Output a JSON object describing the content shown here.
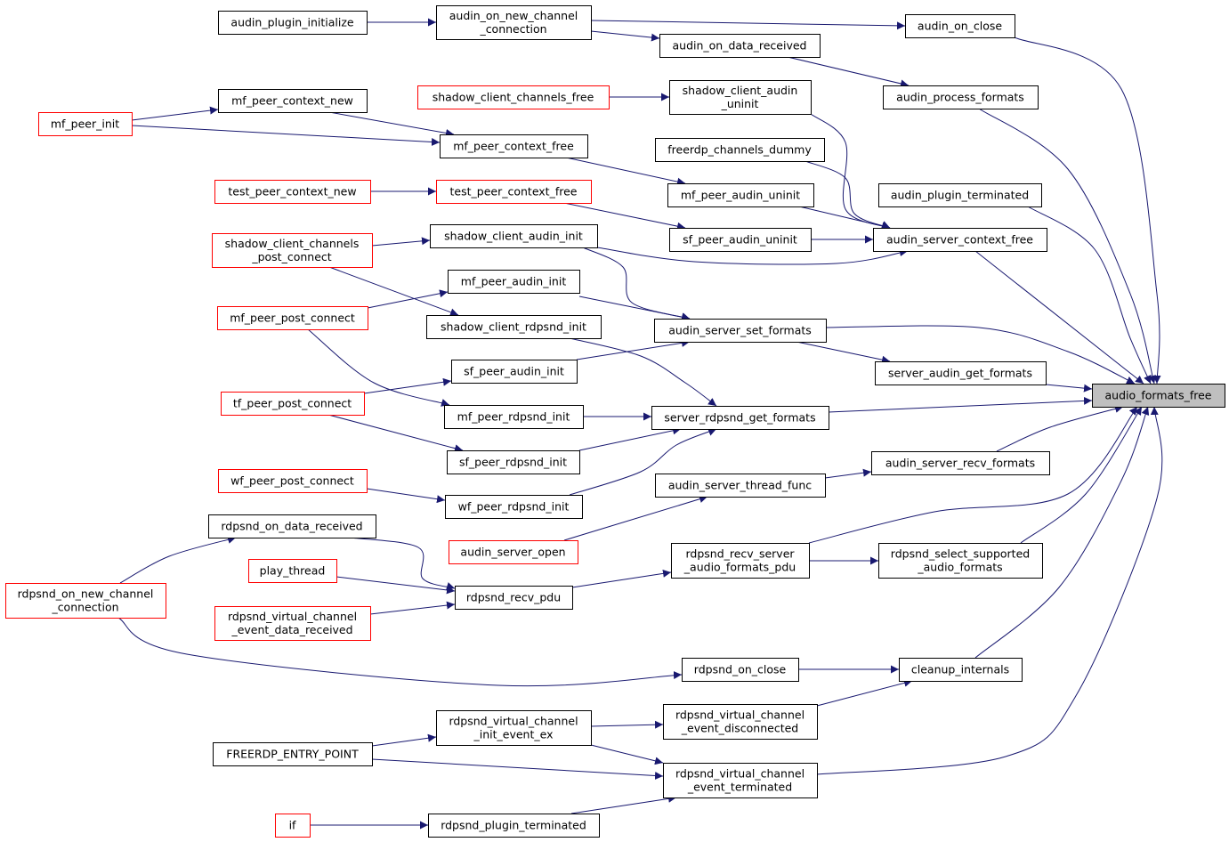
{
  "nodes": {
    "audin_plugin_initialize": {
      "lines": [
        "audin_plugin_initialize"
      ]
    },
    "audin_on_new_channel_connection": {
      "lines": [
        "audin_on_new_channel",
        "_connection"
      ]
    },
    "audin_on_close": {
      "lines": [
        "audin_on_close"
      ]
    },
    "audin_on_data_received": {
      "lines": [
        "audin_on_data_received"
      ]
    },
    "shadow_client_channels_free": {
      "lines": [
        "shadow_client_channels_free"
      ],
      "red": true
    },
    "shadow_client_audin_uninit": {
      "lines": [
        "shadow_client_audin",
        "_uninit"
      ]
    },
    "audin_process_formats": {
      "lines": [
        "audin_process_formats"
      ]
    },
    "mf_peer_context_new": {
      "lines": [
        "mf_peer_context_new"
      ]
    },
    "mf_peer_init": {
      "lines": [
        "mf_peer_init"
      ],
      "red": true
    },
    "mf_peer_context_free": {
      "lines": [
        "mf_peer_context_free"
      ]
    },
    "freerdp_channels_dummy": {
      "lines": [
        "freerdp_channels_dummy"
      ]
    },
    "test_peer_context_new": {
      "lines": [
        "test_peer_context_new"
      ],
      "red": true
    },
    "test_peer_context_free": {
      "lines": [
        "test_peer_context_free"
      ],
      "red": true
    },
    "mf_peer_audin_uninit": {
      "lines": [
        "mf_peer_audin_uninit"
      ]
    },
    "audin_plugin_terminated": {
      "lines": [
        "audin_plugin_terminated"
      ]
    },
    "shadow_client_channels_post_connect": {
      "lines": [
        "shadow_client_channels",
        "_post_connect"
      ],
      "red": true
    },
    "shadow_client_audin_init": {
      "lines": [
        "shadow_client_audin_init"
      ]
    },
    "sf_peer_audin_uninit": {
      "lines": [
        "sf_peer_audin_uninit"
      ]
    },
    "audin_server_context_free": {
      "lines": [
        "audin_server_context_free"
      ]
    },
    "mf_peer_audin_init": {
      "lines": [
        "mf_peer_audin_init"
      ]
    },
    "mf_peer_post_connect": {
      "lines": [
        "mf_peer_post_connect"
      ],
      "red": true
    },
    "shadow_client_rdpsnd_init": {
      "lines": [
        "shadow_client_rdpsnd_init"
      ]
    },
    "audin_server_set_formats": {
      "lines": [
        "audin_server_set_formats"
      ]
    },
    "sf_peer_audin_init": {
      "lines": [
        "sf_peer_audin_init"
      ]
    },
    "server_audin_get_formats": {
      "lines": [
        "server_audin_get_formats"
      ]
    },
    "audio_formats_free": {
      "lines": [
        "audio_formats_free"
      ],
      "root": true
    },
    "tf_peer_post_connect": {
      "lines": [
        "tf_peer_post_connect"
      ],
      "red": true
    },
    "mf_peer_rdpsnd_init": {
      "lines": [
        "mf_peer_rdpsnd_init"
      ]
    },
    "server_rdpsnd_get_formats": {
      "lines": [
        "server_rdpsnd_get_formats"
      ]
    },
    "sf_peer_rdpsnd_init": {
      "lines": [
        "sf_peer_rdpsnd_init"
      ]
    },
    "audin_server_recv_formats": {
      "lines": [
        "audin_server_recv_formats"
      ]
    },
    "wf_peer_post_connect": {
      "lines": [
        "wf_peer_post_connect"
      ],
      "red": true
    },
    "audin_server_thread_func": {
      "lines": [
        "audin_server_thread_func"
      ]
    },
    "wf_peer_rdpsnd_init": {
      "lines": [
        "wf_peer_rdpsnd_init"
      ]
    },
    "rdpsnd_on_data_received": {
      "lines": [
        "rdpsnd_on_data_received"
      ]
    },
    "audin_server_open": {
      "lines": [
        "audin_server_open"
      ],
      "red": true
    },
    "rdpsnd_recv_server_audio_formats_pdu": {
      "lines": [
        "rdpsnd_recv_server",
        "_audio_formats_pdu"
      ]
    },
    "rdpsnd_select_supported_audio_formats": {
      "lines": [
        "rdpsnd_select_supported",
        "_audio_formats"
      ]
    },
    "play_thread": {
      "lines": [
        "play_thread"
      ],
      "red": true
    },
    "rdpsnd_on_new_channel_connection": {
      "lines": [
        "rdpsnd_on_new_channel",
        "_connection"
      ],
      "red": true
    },
    "rdpsnd_recv_pdu": {
      "lines": [
        "rdpsnd_recv_pdu"
      ]
    },
    "rdpsnd_virtual_channel_event_data_received": {
      "lines": [
        "rdpsnd_virtual_channel",
        "_event_data_received"
      ],
      "red": true
    },
    "rdpsnd_on_close": {
      "lines": [
        "rdpsnd_on_close"
      ]
    },
    "cleanup_internals": {
      "lines": [
        "cleanup_internals"
      ]
    },
    "rdpsnd_virtual_channel_init_event_ex": {
      "lines": [
        "rdpsnd_virtual_channel",
        "_init_event_ex"
      ]
    },
    "rdpsnd_virtual_channel_event_disconnected": {
      "lines": [
        "rdpsnd_virtual_channel",
        "_event_disconnected"
      ]
    },
    "FREERDP_ENTRY_POINT": {
      "lines": [
        "FREERDP_ENTRY_POINT"
      ]
    },
    "rdpsnd_virtual_channel_event_terminated": {
      "lines": [
        "rdpsnd_virtual_channel",
        "_event_terminated"
      ]
    },
    "if": {
      "lines": [
        "if"
      ],
      "red": true
    },
    "rdpsnd_plugin_terminated": {
      "lines": [
        "rdpsnd_plugin_terminated"
      ]
    }
  },
  "edges": [
    [
      "audin_plugin_initialize",
      "audin_on_new_channel_connection"
    ],
    [
      "audin_on_new_channel_connection",
      "audin_on_close"
    ],
    [
      "audin_on_new_channel_connection",
      "audin_on_data_received"
    ],
    [
      "audin_on_data_received",
      "audin_process_formats"
    ],
    [
      "shadow_client_channels_free",
      "shadow_client_audin_uninit"
    ],
    [
      "mf_peer_init",
      "mf_peer_context_new"
    ],
    [
      "mf_peer_init",
      "mf_peer_context_free"
    ],
    [
      "mf_peer_context_new",
      "mf_peer_context_free"
    ],
    [
      "mf_peer_context_free",
      "mf_peer_audin_uninit"
    ],
    [
      "test_peer_context_new",
      "test_peer_context_free"
    ],
    [
      "test_peer_context_free",
      "sf_peer_audin_uninit"
    ],
    [
      "shadow_client_channels_post_connect",
      "shadow_client_audin_init"
    ],
    [
      "shadow_client_channels_post_connect",
      "shadow_client_rdpsnd_init"
    ],
    [
      "shadow_client_audin_uninit",
      "audin_server_context_free"
    ],
    [
      "freerdp_channels_dummy",
      "audin_server_context_free"
    ],
    [
      "mf_peer_audin_uninit",
      "audin_server_context_free"
    ],
    [
      "sf_peer_audin_uninit",
      "audin_server_context_free"
    ],
    [
      "shadow_client_audin_init",
      "audin_server_context_free"
    ],
    [
      "shadow_client_audin_init",
      "audin_server_set_formats"
    ],
    [
      "mf_peer_post_connect",
      "mf_peer_audin_init"
    ],
    [
      "mf_peer_post_connect",
      "mf_peer_rdpsnd_init"
    ],
    [
      "mf_peer_audin_init",
      "audin_server_set_formats"
    ],
    [
      "sf_peer_audin_init",
      "audin_server_set_formats"
    ],
    [
      "audin_server_set_formats",
      "server_audin_get_formats"
    ],
    [
      "tf_peer_post_connect",
      "sf_peer_audin_init"
    ],
    [
      "tf_peer_post_connect",
      "sf_peer_rdpsnd_init"
    ],
    [
      "shadow_client_rdpsnd_init",
      "server_rdpsnd_get_formats"
    ],
    [
      "mf_peer_rdpsnd_init",
      "server_rdpsnd_get_formats"
    ],
    [
      "sf_peer_rdpsnd_init",
      "server_rdpsnd_get_formats"
    ],
    [
      "wf_peer_rdpsnd_init",
      "server_rdpsnd_get_formats"
    ],
    [
      "wf_peer_post_connect",
      "wf_peer_rdpsnd_init"
    ],
    [
      "audin_server_open",
      "audin_server_thread_func"
    ],
    [
      "audin_server_thread_func",
      "audin_server_recv_formats"
    ],
    [
      "rdpsnd_on_new_channel_connection",
      "rdpsnd_on_data_received"
    ],
    [
      "rdpsnd_on_new_channel_connection",
      "rdpsnd_on_close"
    ],
    [
      "rdpsnd_on_data_received",
      "rdpsnd_recv_pdu"
    ],
    [
      "play_thread",
      "rdpsnd_recv_pdu"
    ],
    [
      "rdpsnd_virtual_channel_event_data_received",
      "rdpsnd_recv_pdu"
    ],
    [
      "rdpsnd_recv_pdu",
      "rdpsnd_recv_server_audio_formats_pdu"
    ],
    [
      "rdpsnd_recv_server_audio_formats_pdu",
      "rdpsnd_select_supported_audio_formats"
    ],
    [
      "rdpsnd_on_close",
      "cleanup_internals"
    ],
    [
      "rdpsnd_virtual_channel_event_disconnected",
      "cleanup_internals"
    ],
    [
      "FREERDP_ENTRY_POINT",
      "rdpsnd_virtual_channel_init_event_ex"
    ],
    [
      "FREERDP_ENTRY_POINT",
      "rdpsnd_virtual_channel_event_terminated"
    ],
    [
      "rdpsnd_virtual_channel_init_event_ex",
      "rdpsnd_virtual_channel_event_disconnected"
    ],
    [
      "rdpsnd_virtual_channel_init_event_ex",
      "rdpsnd_virtual_channel_event_terminated"
    ],
    [
      "if",
      "rdpsnd_plugin_terminated"
    ],
    [
      "rdpsnd_plugin_terminated",
      "rdpsnd_virtual_channel_event_terminated"
    ],
    [
      "audin_on_close",
      "audio_formats_free"
    ],
    [
      "audin_process_formats",
      "audio_formats_free"
    ],
    [
      "audin_plugin_terminated",
      "audio_formats_free"
    ],
    [
      "audin_server_context_free",
      "audio_formats_free"
    ],
    [
      "audin_server_set_formats",
      "audio_formats_free"
    ],
    [
      "server_audin_get_formats",
      "audio_formats_free"
    ],
    [
      "server_rdpsnd_get_formats",
      "audio_formats_free"
    ],
    [
      "audin_server_recv_formats",
      "audio_formats_free"
    ],
    [
      "rdpsnd_recv_server_audio_formats_pdu",
      "audio_formats_free"
    ],
    [
      "rdpsnd_select_supported_audio_formats",
      "audio_formats_free"
    ],
    [
      "cleanup_internals",
      "audio_formats_free"
    ],
    [
      "rdpsnd_virtual_channel_event_terminated",
      "audio_formats_free"
    ]
  ]
}
